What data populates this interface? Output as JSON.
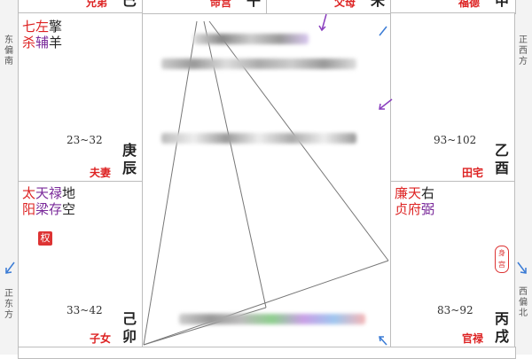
{
  "sidebar_left": {
    "top": "东偏南",
    "bottom": "正东方"
  },
  "sidebar_right": {
    "top": "正西方",
    "bottom": "西偏北"
  },
  "top_row": [
    {
      "palace": "兄弟",
      "gz": "巳"
    },
    {
      "palace": "命宫",
      "gz": "午"
    },
    {
      "palace": "父母",
      "gz": "未"
    },
    {
      "palace": "福德",
      "gz": "申"
    }
  ],
  "cells": {
    "chen": {
      "stars_row1": [
        "七",
        "左",
        "擎"
      ],
      "stars_row2": [
        "杀",
        "辅",
        "羊"
      ],
      "range": "23~32",
      "palace": "夫妻",
      "gz1": "庚",
      "gz2": "辰"
    },
    "you": {
      "range": "93~102",
      "palace": "田宅",
      "gz1": "乙",
      "gz2": "酉"
    },
    "mao": {
      "stars_row1": [
        "太",
        "天",
        "禄",
        "地"
      ],
      "stars_row2": [
        "阳",
        "梁",
        "存",
        "空"
      ],
      "badge": "权",
      "range": "33~42",
      "palace": "子女",
      "gz1": "己",
      "gz2": "卯"
    },
    "xu": {
      "stars_row1": [
        "廉",
        "天",
        "右"
      ],
      "stars_row2": [
        "贞",
        "府",
        "弼"
      ],
      "shen_badge": "身宫",
      "range": "83~92",
      "palace": "官禄",
      "gz1": "丙",
      "gz2": "戌"
    }
  },
  "colors": {
    "red": "#d22",
    "purple": "#7a2a9a",
    "black": "#222",
    "blue_arrow": "#3a7bd5",
    "purple_arrow": "#8a3fbf"
  }
}
